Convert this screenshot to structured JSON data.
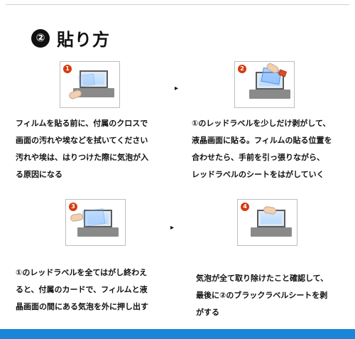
{
  "header": {
    "badge_text": "②",
    "title": "貼り方"
  },
  "steps": [
    {
      "badge": "1",
      "text": "フィルムを貼る前に、付属のクロスで\n画面の汚れや埃などを拭いてください\n汚れや埃は、はりつけた際に気泡が入\nる原因になる"
    },
    {
      "badge": "2",
      "text": "①のレッドラベルを少しだけ剥がして、\n液晶画面に貼る。フィルムの貼る位置を\n合わせたら、手前を引っ張りながら、\nレッドラベルのシートをはがしていく"
    },
    {
      "badge": "3",
      "text": "①のレッドラベルを全てはがし終わえ\nると、付属のカードで、フィルムと液\n晶画面の間にある気泡を外に押し出す"
    },
    {
      "badge": "4",
      "text": "気泡が全て取り除けたこと確認して、\n最後に②のブラックラベルシートを剥\nがする"
    }
  ],
  "arrows": {
    "right_marker": "▸"
  },
  "colors": {
    "accent_blue": "#1b86d8",
    "badge_red": "#d63b12",
    "text": "#111111",
    "panel_border": "#bdbdbd"
  }
}
